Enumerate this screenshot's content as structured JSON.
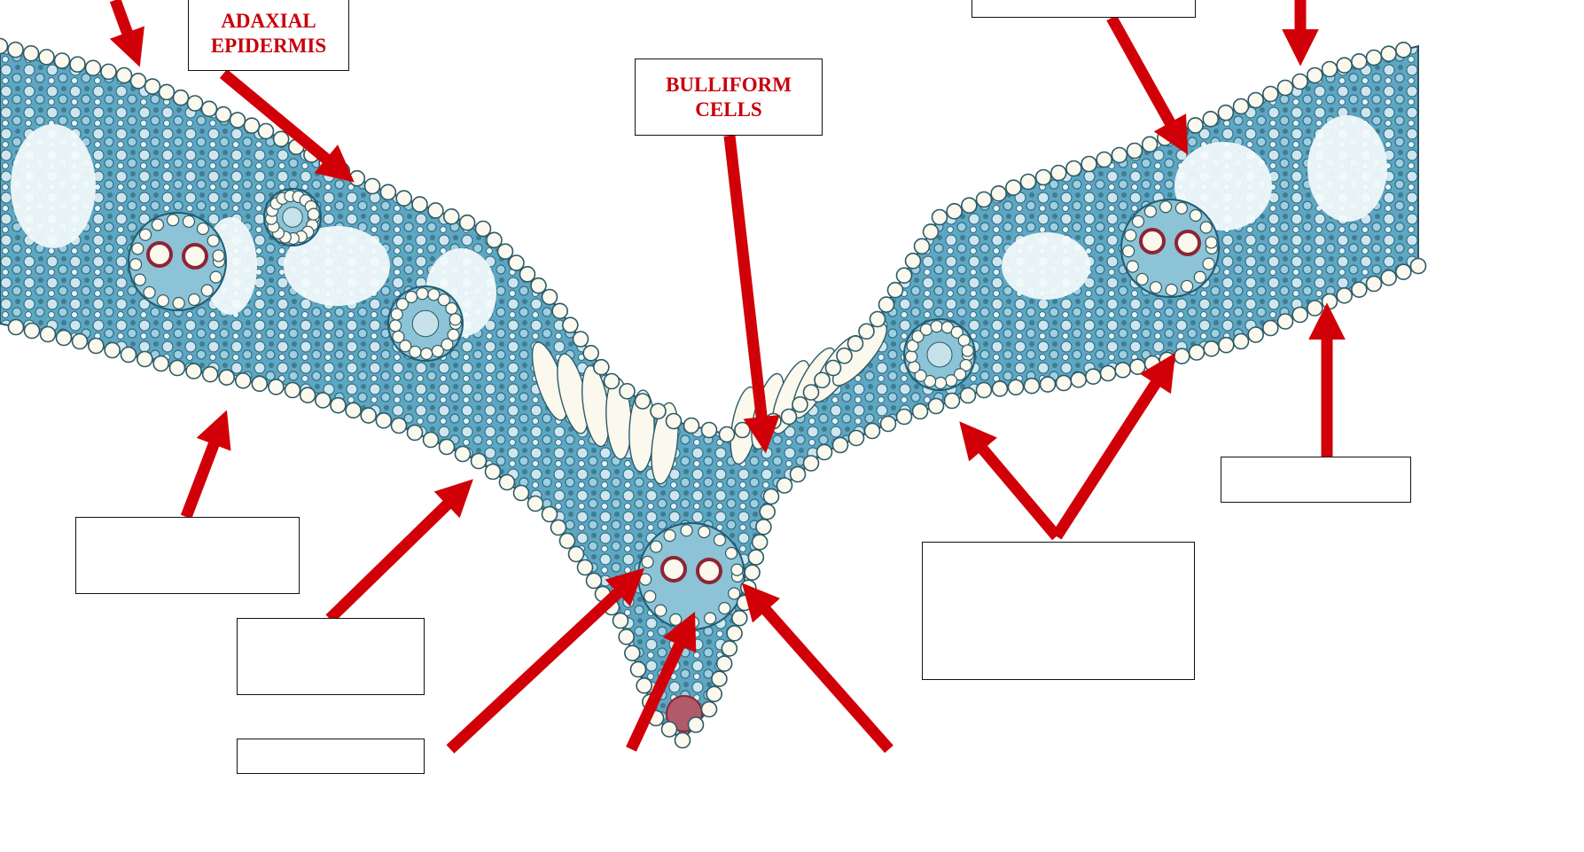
{
  "diagram": {
    "subject": "Leaf cross-section micrograph with labeled arrows",
    "colors": {
      "arrow": "#d10008",
      "label_text": "#c8000a",
      "box_border": "#111111",
      "tissue_blue": "#3f8fae",
      "tissue_dark": "#1f5c72",
      "cell_fill": "#fbf8ee",
      "cell_edge": "#2c5a66",
      "xylem_red": "#8e2434",
      "background": "#ffffff"
    },
    "labels": {
      "adaxial_epidermis": "ADAXIAL\nEPIDERMIS",
      "bulliform_cells": "BULLIFORM\nCELLS",
      "blank": ""
    }
  }
}
